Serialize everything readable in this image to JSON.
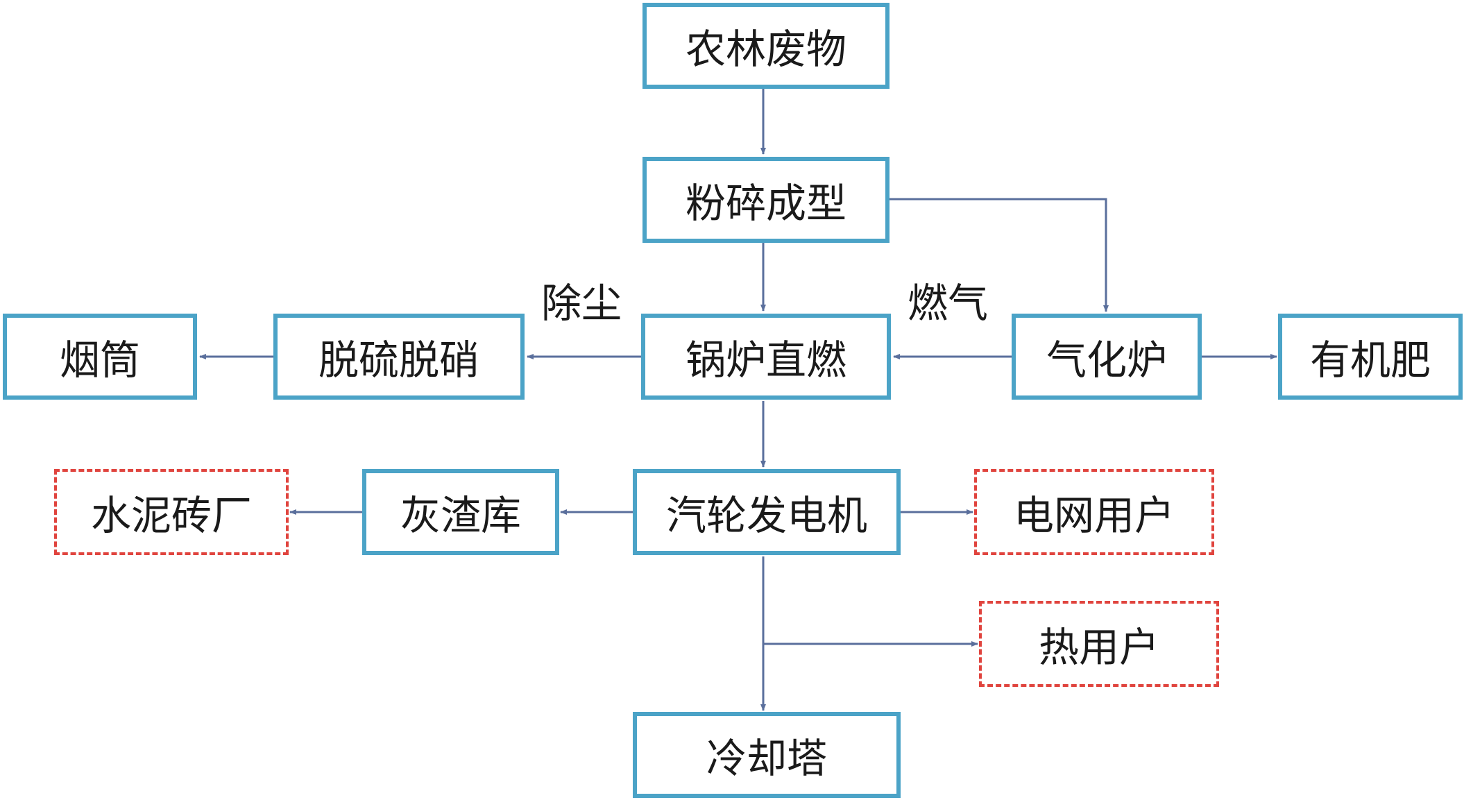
{
  "colors": {
    "box_border": "#4ba3c7",
    "dashed_border": "#e0443e",
    "arrow": "#5a6f9c",
    "text": "#1a1a1a"
  },
  "nodes": {
    "agri_forest_waste": "农林废物",
    "crush_mold": "粉碎成型",
    "boiler": "锅炉直燃",
    "gasifier": "气化炉",
    "organic_fertilizer": "有机肥",
    "desulfurization": "脱硫脱硝",
    "chimney": "烟筒",
    "turbine_generator": "汽轮发电机",
    "ash_storage": "灰渣库",
    "cement_brick_plant": "水泥砖厂",
    "grid_users": "电网用户",
    "heat_users": "热用户",
    "cooling_tower": "冷却塔"
  },
  "edge_labels": {
    "dust_removal": "除尘",
    "fuel_gas": "燃气"
  }
}
